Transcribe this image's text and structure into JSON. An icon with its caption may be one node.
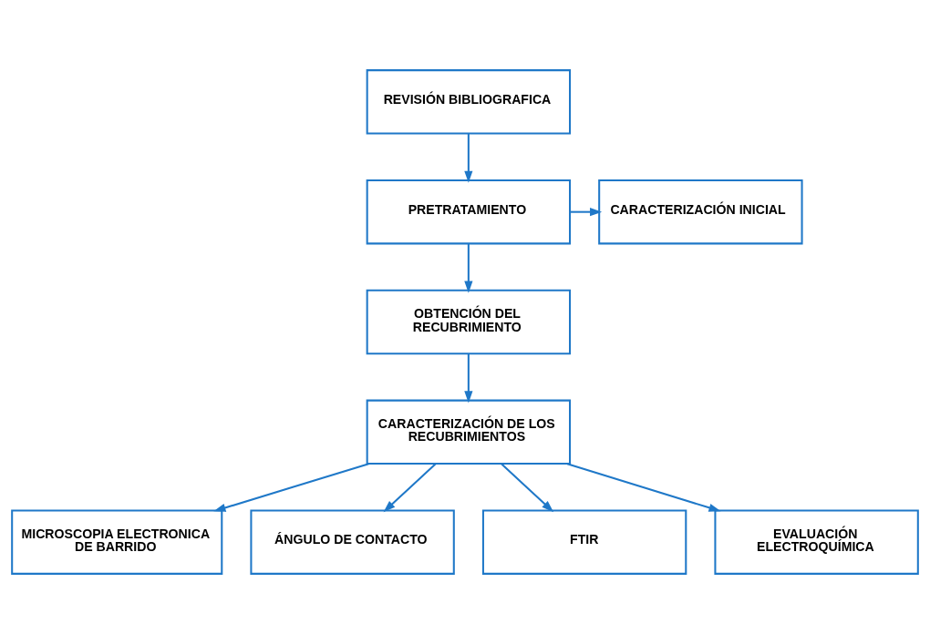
{
  "diagram": {
    "nodes": [
      {
        "text": [
          "REVISIÓN BIBLIOGRAFICA"
        ]
      },
      {
        "text": [
          "PRETRATAMIENTO"
        ]
      },
      {
        "text": [
          "CARACTERIZACIÓN INICIAL"
        ]
      },
      {
        "text": [
          "OBTENCIÓN DEL RECUBRIMIENTO"
        ]
      },
      {
        "text": [
          "CARACTERIZACIÓN DE LOS RECUBRIMIENTOS"
        ]
      },
      {
        "text": [
          "MICROSCOPIA ELECTRONICA DE BARRIDO"
        ]
      },
      {
        "text": [
          "ÁNGULO DE CONTACTO"
        ]
      },
      {
        "text": [
          "FTIR"
        ]
      },
      {
        "text": [
          "EVALUACIÓN ELECTROQUÍMICA"
        ]
      }
    ],
    "edges": [
      {
        "from": 0,
        "to": 1,
        "arrow": "to"
      },
      {
        "from": 1,
        "to": 2,
        "arrow": "to"
      },
      {
        "from": 1,
        "to": 3,
        "arrow": "to"
      },
      {
        "from": 3,
        "to": 4,
        "arrow": "to"
      },
      {
        "from": 4,
        "to": 5,
        "arrow": "to"
      },
      {
        "from": 4,
        "to": 6,
        "arrow": "to"
      },
      {
        "from": 4,
        "to": 7,
        "arrow": "to"
      },
      {
        "from": 4,
        "to": 8,
        "arrow": "to"
      }
    ]
  }
}
